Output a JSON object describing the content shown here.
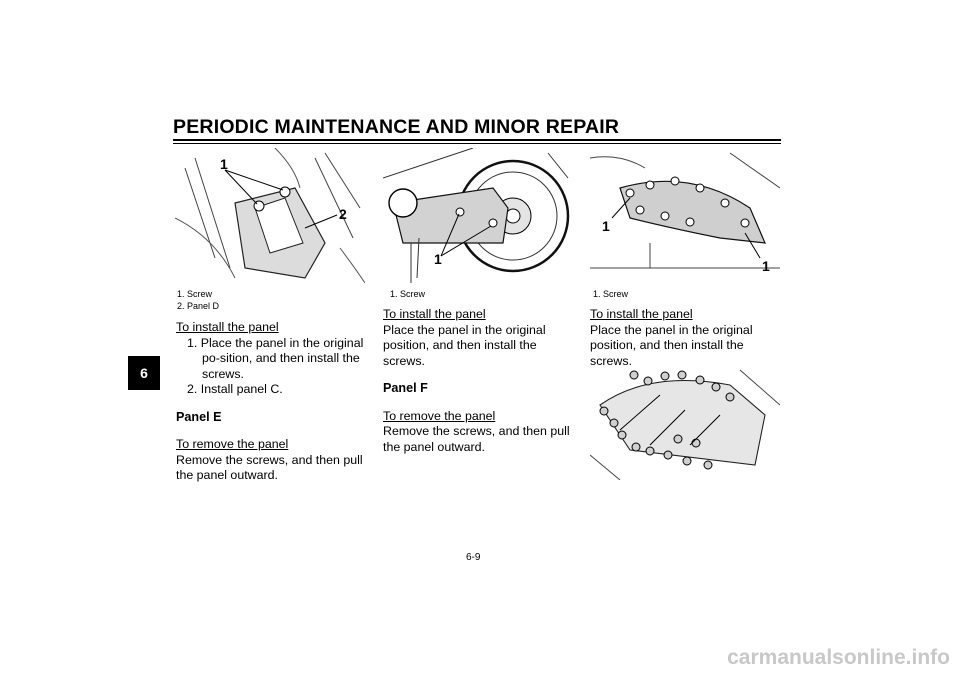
{
  "header": {
    "title": "PERIODIC MAINTENANCE AND MINOR REPAIR"
  },
  "chapter_tab": "6",
  "figures": {
    "fig1": {
      "markers": [
        "1",
        "2"
      ],
      "callouts": [
        "1. Screw",
        "2. Panel D"
      ]
    },
    "fig2": {
      "markers": [
        "1"
      ],
      "callouts": [
        "1. Screw"
      ]
    },
    "fig3": {
      "markers": [
        "1",
        "1"
      ],
      "callouts": [
        "1. Screw"
      ]
    }
  },
  "col1": {
    "install_heading": "To install the panel",
    "steps": [
      "1. Place the panel in the original po-sition, and then install the screws.",
      "2. Install panel C."
    ],
    "panel_e_heading": "Panel E",
    "remove_heading": "To remove the panel",
    "remove_text": "Remove the screws, and then pull the panel outward."
  },
  "col2": {
    "install_heading": "To install the panel",
    "install_text": "Place the panel in the original position, and then install the screws.",
    "panel_f_heading": "Panel F",
    "remove_heading": "To remove the panel",
    "remove_text": "Remove the screws, and then pull the panel outward."
  },
  "col3": {
    "install_heading": "To install the panel",
    "install_text": "Place the panel in the original position, and then install the screws."
  },
  "footer": {
    "page_number": "6-9"
  },
  "watermark": "carmanualsonline.info"
}
